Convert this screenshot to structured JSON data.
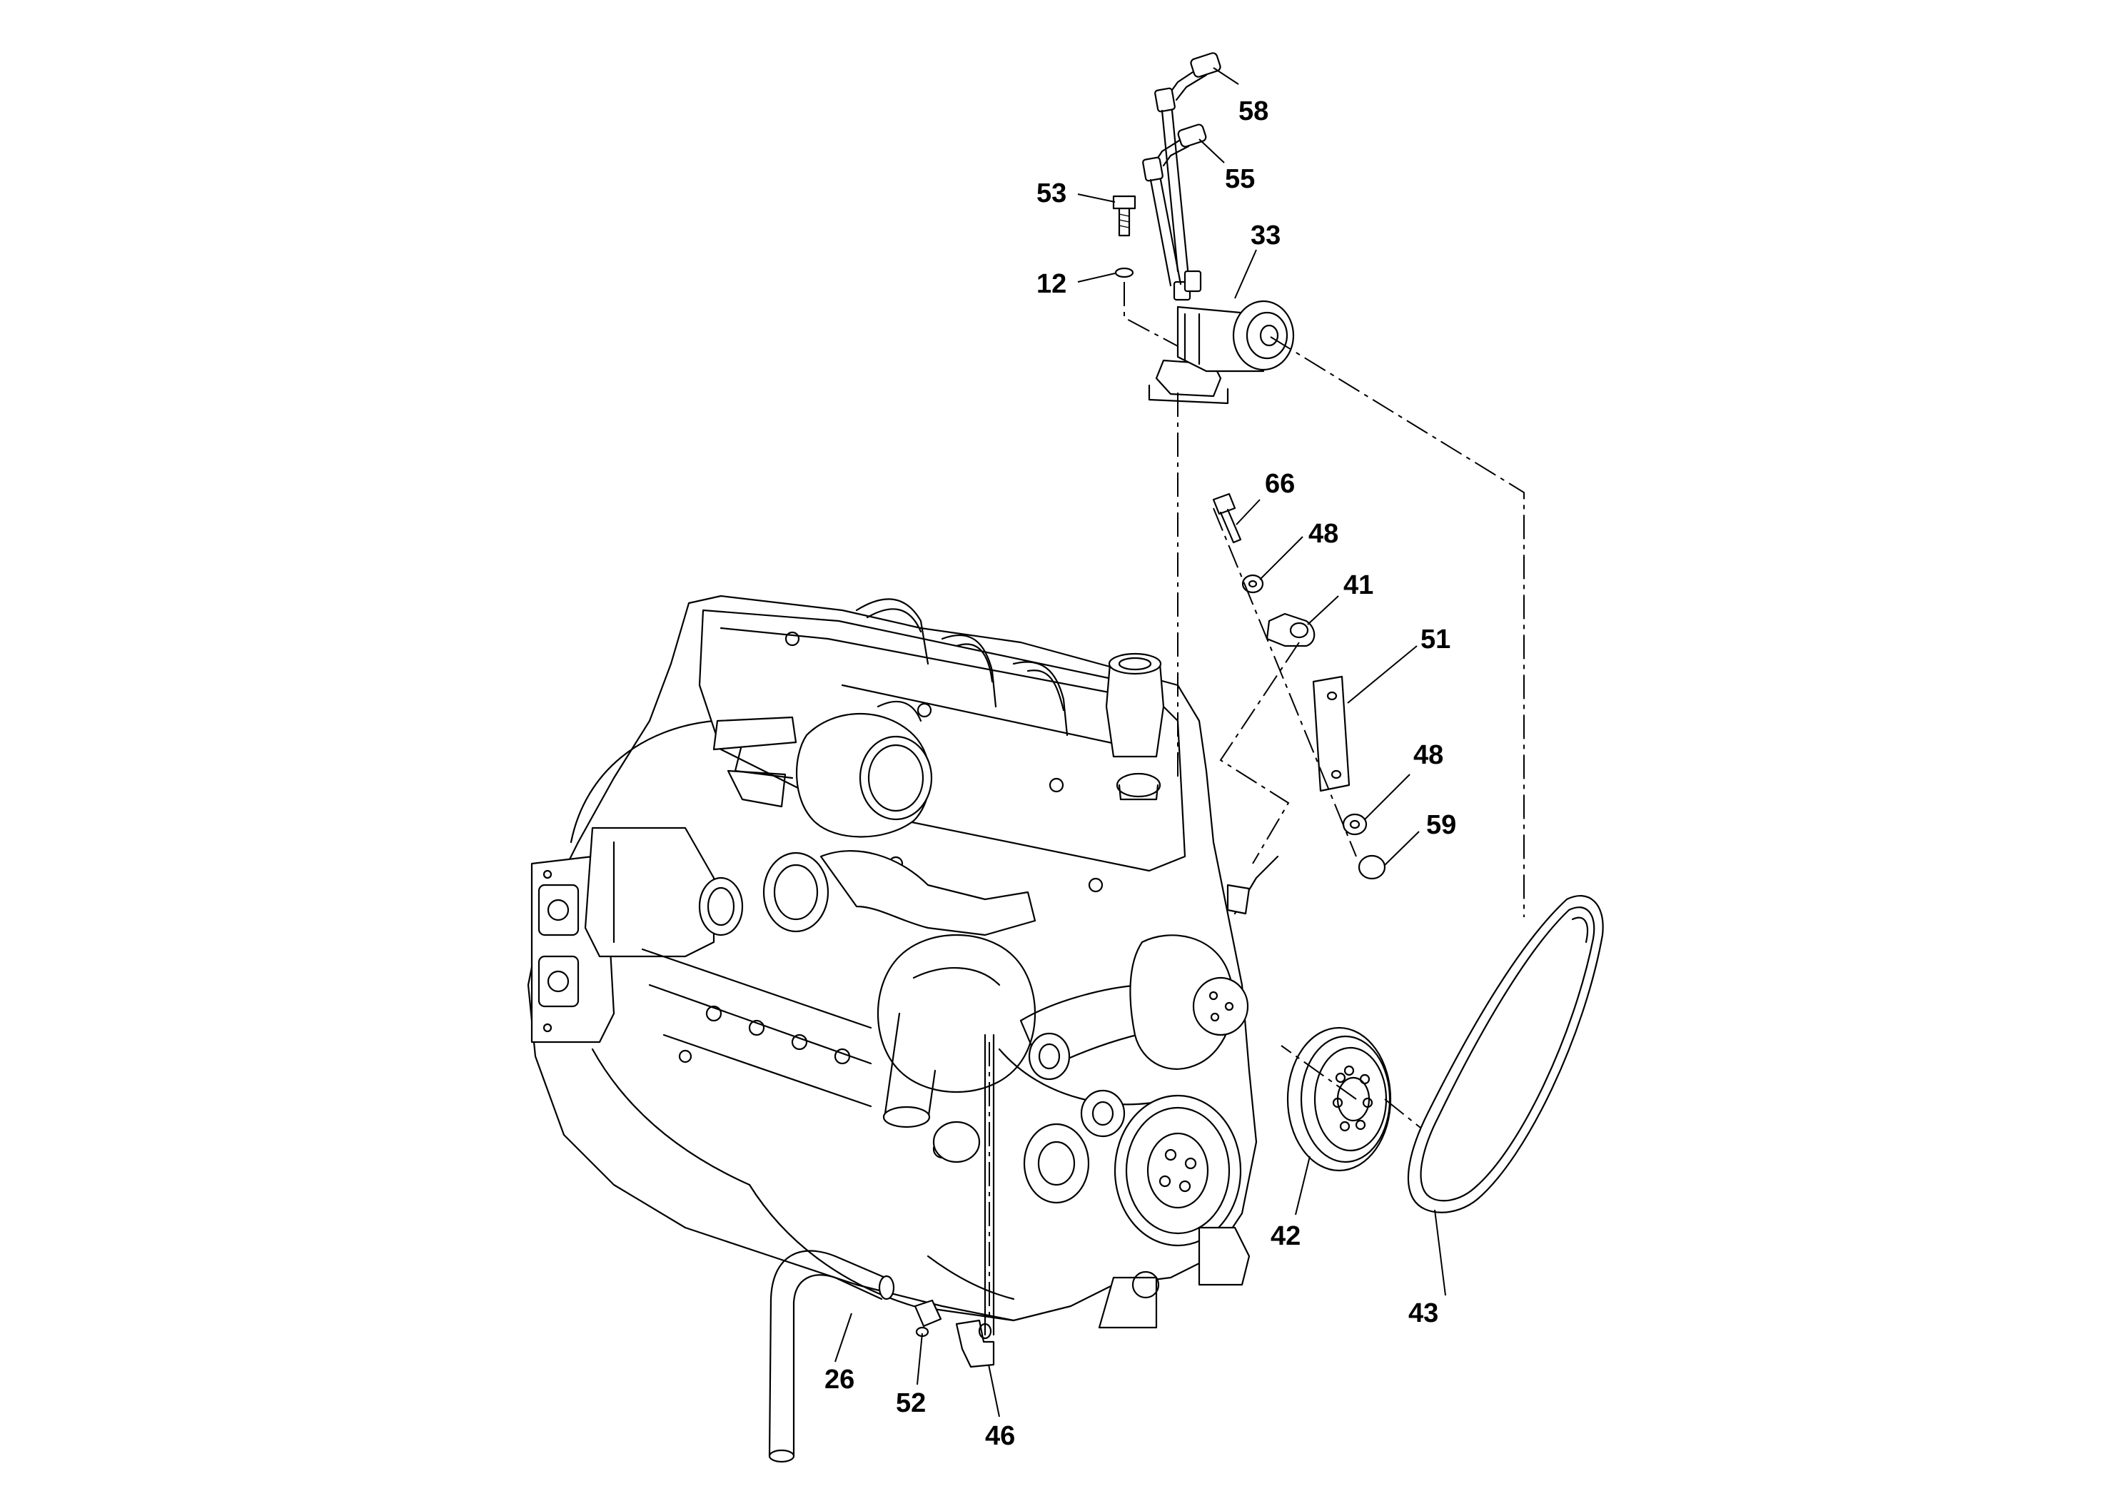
{
  "diagram": {
    "type": "exploded-parts-diagram",
    "line_color": "#000000",
    "background": "#ffffff",
    "callouts": [
      {
        "id": "58",
        "label": "58"
      },
      {
        "id": "55",
        "label": "55"
      },
      {
        "id": "53",
        "label": "53"
      },
      {
        "id": "33",
        "label": "33"
      },
      {
        "id": "12",
        "label": "12"
      },
      {
        "id": "66",
        "label": "66"
      },
      {
        "id": "48a",
        "label": "48"
      },
      {
        "id": "41",
        "label": "41"
      },
      {
        "id": "51",
        "label": "51"
      },
      {
        "id": "48b",
        "label": "48"
      },
      {
        "id": "59",
        "label": "59"
      },
      {
        "id": "42",
        "label": "42"
      },
      {
        "id": "43",
        "label": "43"
      },
      {
        "id": "26",
        "label": "26"
      },
      {
        "id": "52",
        "label": "52"
      },
      {
        "id": "46",
        "label": "46"
      }
    ]
  }
}
